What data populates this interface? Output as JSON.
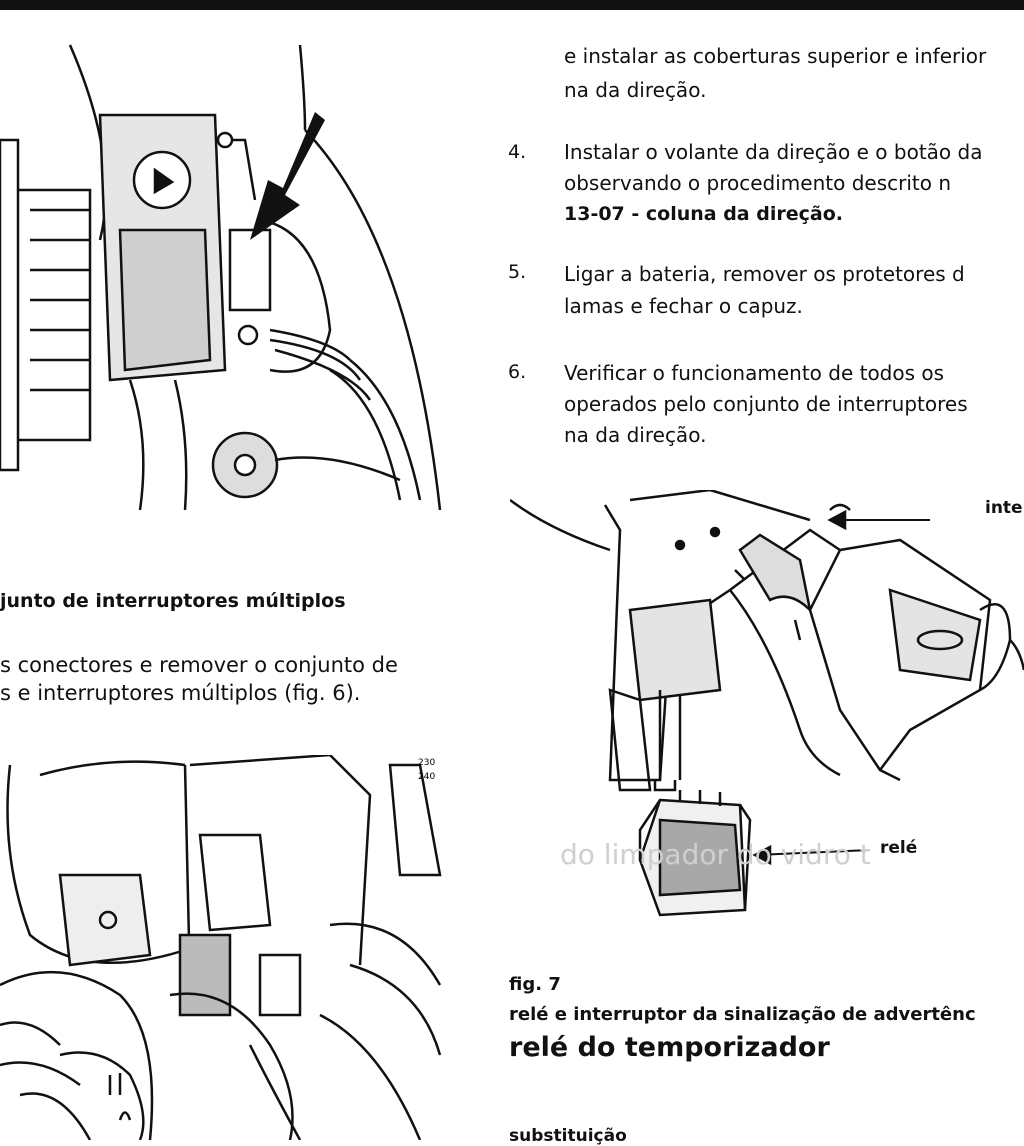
{
  "left_column": {
    "figure6_caption": "junto de interruptores múltiplos",
    "step_text_line1": "s conectores e remover o conjunto de",
    "step_text_line2": "s e interruptores múltiplos (fig. 6)."
  },
  "right_column": {
    "intro_line1": "e instalar as coberturas superior e inferior",
    "intro_line2": "na da direção.",
    "steps": [
      {
        "number": "4.",
        "line1": "Instalar o volante da direção e o botão da",
        "line2": "observando o procedimento descrito n",
        "line3_bold": "13-07 - coluna da direção."
      },
      {
        "number": "5.",
        "line1": "Ligar a bateria, remover os protetores d",
        "line2": "lamas e fechar o capuz."
      },
      {
        "number": "6.",
        "line1": "Verificar o funcionamento de todos os",
        "line2": "operados pelo conjunto de interruptores",
        "line3": "na da direção."
      }
    ],
    "figure7": {
      "label_interruptor": "inte",
      "label_rele": "relé",
      "fig_label": "fig. 7",
      "caption": "relé e interruptor da sinalização de advertênc"
    },
    "section_heading": "relé do temporizador",
    "subheading": "substituição"
  },
  "show_through": {
    "line_a": "do limpador do vidro t"
  }
}
